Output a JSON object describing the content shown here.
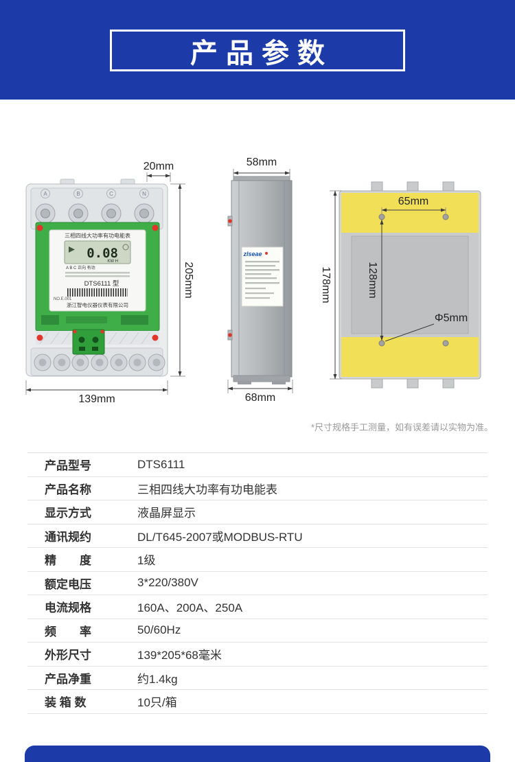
{
  "colors": {
    "accent_blue": "#1c3aa8",
    "plate_yellow": "#f0df57",
    "pcb_green": "#3fae49",
    "screw_red": "#e2342a"
  },
  "header": {
    "title": "产品参数"
  },
  "diagram": {
    "front": {
      "dim_top": "20mm",
      "dim_right": "205mm",
      "dim_bottom": "139mm",
      "title": "三相四线大功率有功电能表",
      "lcd_value": "0.08",
      "lcd_unit": "KW H",
      "indicators": "A B C 正向 有功",
      "model_label": "DTS6111 型",
      "serial": "NO.E.001",
      "company": "浙江智电仪器仪表有限公司",
      "terminal_labels": [
        "A",
        "B",
        "C",
        "N"
      ]
    },
    "side": {
      "dim_top": "58mm",
      "dim_bottom": "68mm",
      "brand": "zlseae"
    },
    "back": {
      "dim_hole_width": "65mm",
      "dim_hole_height": "128mm",
      "dim_height": "178mm",
      "dim_hole_dia": "Φ5mm"
    },
    "note": "*尺寸规格手工测量，如有误差请以实物为准。"
  },
  "specs": {
    "rows": [
      {
        "label": "产品型号",
        "value": "DTS6111"
      },
      {
        "label": "产品名称",
        "value": "三相四线大功率有功电能表"
      },
      {
        "label": "显示方式",
        "value": "液晶屏显示"
      },
      {
        "label": "通讯规约",
        "value": "DL/T645-2007或MODBUS-RTU"
      },
      {
        "label": "精　　度",
        "value": "1级"
      },
      {
        "label": "额定电压",
        "value": "3*220/380V"
      },
      {
        "label": "电流规格",
        "value": "160A、200A、250A"
      },
      {
        "label": "频　　率",
        "value": "50/60Hz"
      },
      {
        "label": "外形尺寸",
        "value": "139*205*68毫米"
      },
      {
        "label": "产品净重",
        "value": "约1.4kg"
      },
      {
        "label": "装 箱 数",
        "value": "10只/箱"
      }
    ]
  }
}
